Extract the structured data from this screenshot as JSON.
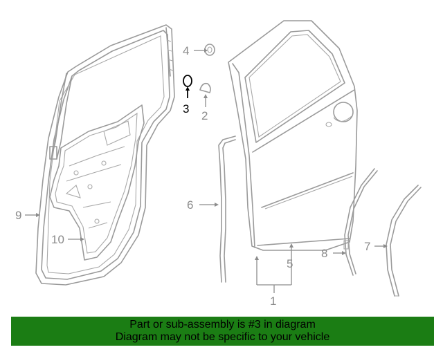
{
  "callouts": {
    "c1": "1",
    "c2": "2",
    "c3": "3",
    "c4": "4",
    "c5": "5",
    "c6": "6",
    "c7": "7",
    "c8": "8",
    "c9": "9",
    "c10": "10"
  },
  "highlighted_part": "3",
  "banner": {
    "line1": "Part or sub-assembly is #3 in diagram",
    "line2": "Diagram may not be specific to your vehicle"
  },
  "colors": {
    "banner_bg": "#1b7d14",
    "line_art": "#9a9a9a",
    "highlight": "#000000"
  }
}
